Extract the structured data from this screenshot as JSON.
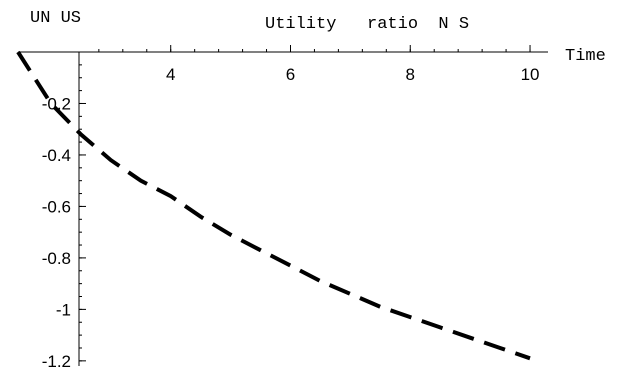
{
  "chart_data": {
    "type": "line",
    "title": "Utility   ratio  N S",
    "ylabel": "UN US",
    "xlabel": "Time",
    "xlim": [
      1.45,
      10.3
    ],
    "ylim": [
      -1.22,
      0.0
    ],
    "x_ticks": [
      {
        "value": 4,
        "label": "4"
      },
      {
        "value": 6,
        "label": "6"
      },
      {
        "value": 8,
        "label": "8"
      },
      {
        "value": 10,
        "label": "10"
      }
    ],
    "y_ticks": [
      {
        "value": -0.2,
        "label": "-0.2"
      },
      {
        "value": -0.4,
        "label": "-0.4"
      },
      {
        "value": -0.6,
        "label": "-0.6"
      },
      {
        "value": -0.8,
        "label": "-0.8"
      },
      {
        "value": -1.0,
        "label": "-1"
      },
      {
        "value": -1.2,
        "label": "-1.2"
      }
    ],
    "x_minor_step": 0.4,
    "y_minor_step": 0.05,
    "grid": false,
    "series": [
      {
        "style": "dashed",
        "color": "#000000",
        "x": [
          1.45,
          2.0,
          2.5,
          3.0,
          3.5,
          4.0,
          4.5,
          5.0,
          5.5,
          6.0,
          6.5,
          7.0,
          7.5,
          8.0,
          8.5,
          9.0,
          9.5,
          10.0
        ],
        "y": [
          0.0,
          -0.2,
          -0.32,
          -0.42,
          -0.5,
          -0.56,
          -0.64,
          -0.71,
          -0.77,
          -0.83,
          -0.89,
          -0.94,
          -0.99,
          -1.03,
          -1.07,
          -1.11,
          -1.15,
          -1.19
        ]
      }
    ]
  }
}
